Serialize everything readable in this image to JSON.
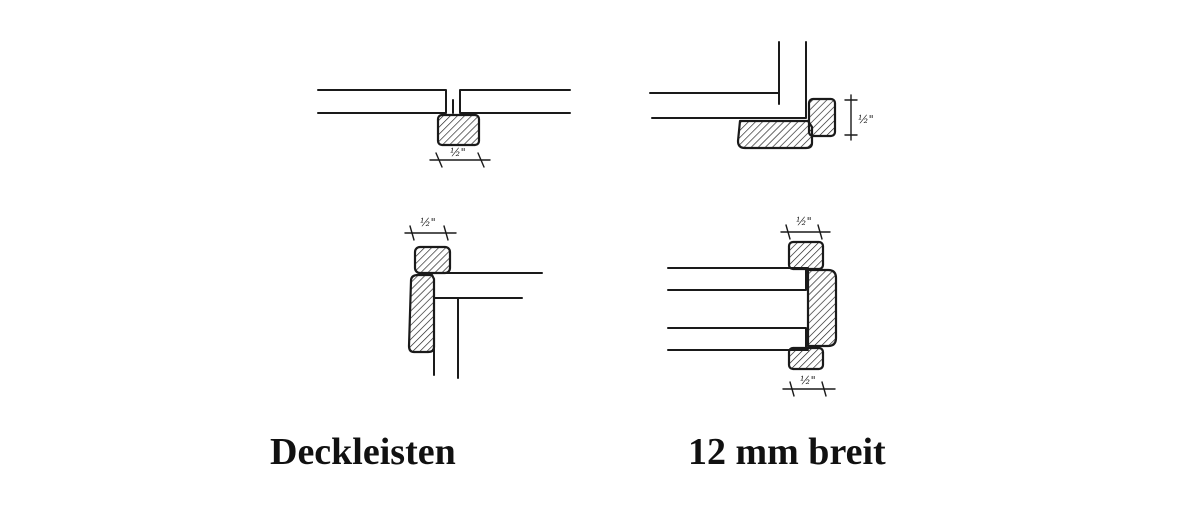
{
  "captions": {
    "left": "Deckleisten",
    "right": "12 mm breit"
  },
  "dimension_label": "½\"",
  "details": [
    {
      "name": "butt-joint-cover-strip"
    },
    {
      "name": "corner-joint-cover-strip"
    },
    {
      "name": "edge-joint-cover-strip"
    },
    {
      "name": "two-panel-joint-cover-strips"
    }
  ],
  "ink_color": "#1a1a1a"
}
